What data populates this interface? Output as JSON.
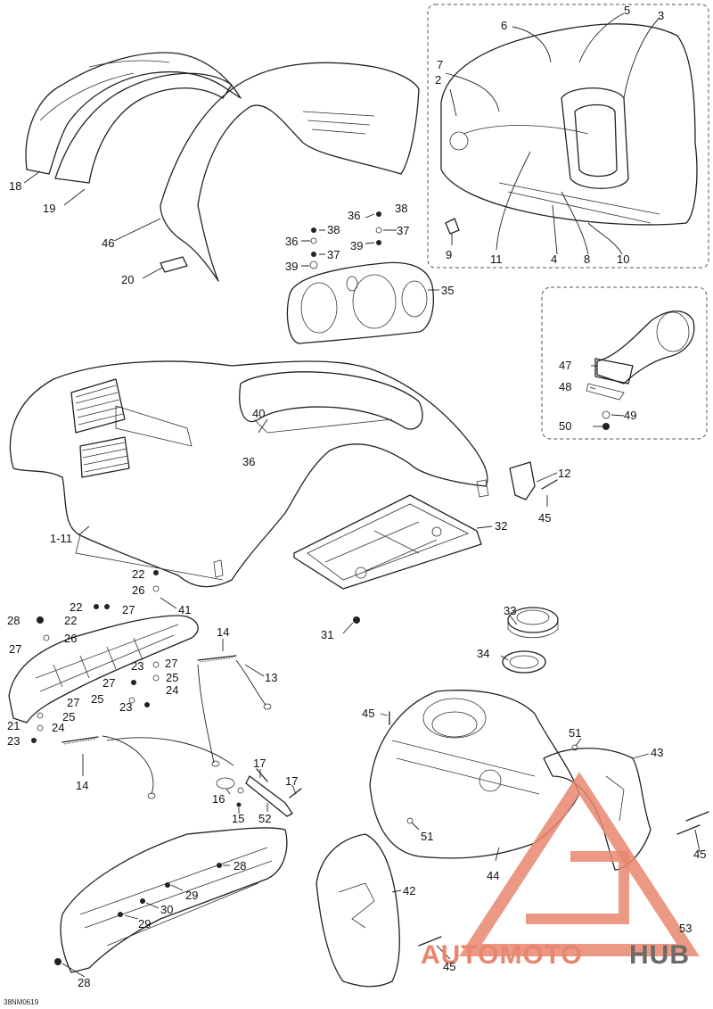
{
  "drawing_code": "38NM0619",
  "labels": {
    "l1_11": "1-11",
    "l2": "2",
    "l3": "3",
    "l4": "4",
    "l5": "5",
    "l6": "6",
    "l7": "7",
    "l8": "8",
    "l9": "9",
    "l10": "10",
    "l11": "11",
    "l12": "12",
    "l13": "13",
    "l14": "14",
    "l15": "15",
    "l16": "16",
    "l17": "17",
    "l18": "18",
    "l19": "19",
    "l20": "20",
    "l21": "21",
    "l22": "22",
    "l23": "23",
    "l24": "24",
    "l25": "25",
    "l26": "26",
    "l27": "27",
    "l28": "28",
    "l29": "29",
    "l30": "30",
    "l31": "31",
    "l32": "32",
    "l33": "33",
    "l34": "34",
    "l35": "35",
    "l36": "36",
    "l37": "37",
    "l38": "38",
    "l39": "39",
    "l40": "40",
    "l41": "41",
    "l42": "42",
    "l43": "43",
    "l44": "44",
    "l45": "45",
    "l46": "46",
    "l47": "47",
    "l48": "48",
    "l49": "49",
    "l50": "50",
    "l51": "51",
    "l52": "52",
    "l53": "53"
  },
  "watermark": {
    "part1": "AUTOMOTO",
    "part2": "HUB"
  },
  "colors": {
    "line": "#222222",
    "watermark_red": "#e8866e",
    "watermark_gray": "#6a6a6a"
  }
}
